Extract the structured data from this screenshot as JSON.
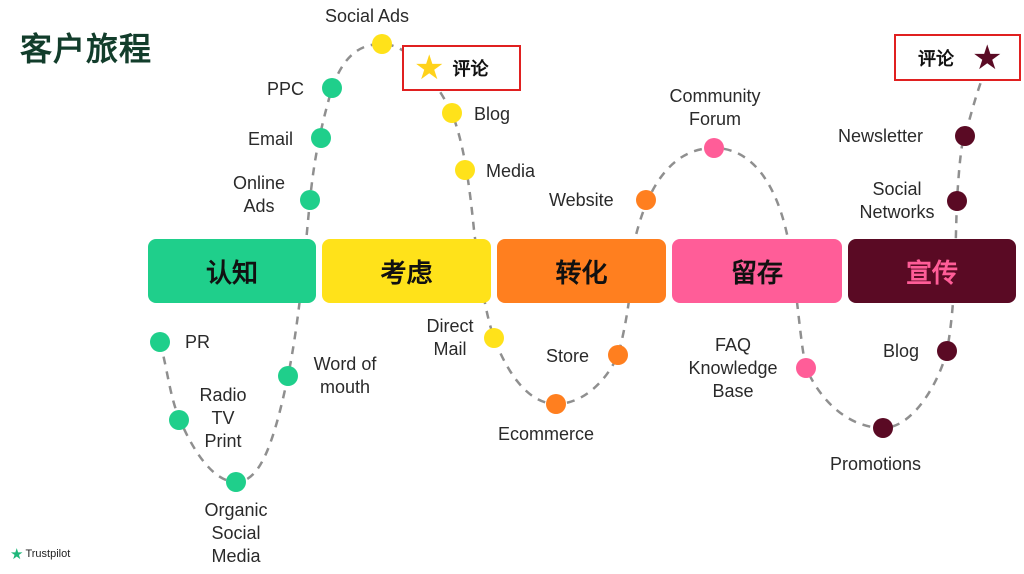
{
  "title": "客户旅程",
  "stages": [
    {
      "label": "认知",
      "color": "#1fcf8b",
      "text_color": "#111111"
    },
    {
      "label": "考虑",
      "color": "#ffe21a",
      "text_color": "#111111"
    },
    {
      "label": "转化",
      "color": "#ff7f1f",
      "text_color": "#111111"
    },
    {
      "label": "留存",
      "color": "#ff5d98",
      "text_color": "#111111"
    },
    {
      "label": "宣传",
      "color": "#5a0a24",
      "text_color": "#ff5d98"
    }
  ],
  "touchpoints": {
    "pr": "PR",
    "radio_tv_print": "Radio\nTV\nPrint",
    "organic_social_media": "Organic\nSocial\nMedia",
    "word_of_mouth": "Word of\nmouth",
    "online_ads": "Online\nAds",
    "email": "Email",
    "ppc": "PPC",
    "social_ads": "Social Ads",
    "blog_consideration": "Blog",
    "media": "Media",
    "direct_mail": "Direct\nMail",
    "ecommerce": "Ecommerce",
    "store": "Store",
    "website": "Website",
    "community_forum": "Community\nForum",
    "faq_knowledge_base": "FAQ\nKnowledge\nBase",
    "promotions": "Promotions",
    "blog_advocacy": "Blog",
    "social_networks": "Social\nNetworks",
    "newsletter": "Newsletter"
  },
  "reviews": [
    {
      "label": "评论",
      "star_color": "#ffd21a"
    },
    {
      "label": "评论",
      "star_color": "#5a0a24"
    }
  ],
  "brand": {
    "name": "Trustpilot",
    "star": "★"
  }
}
